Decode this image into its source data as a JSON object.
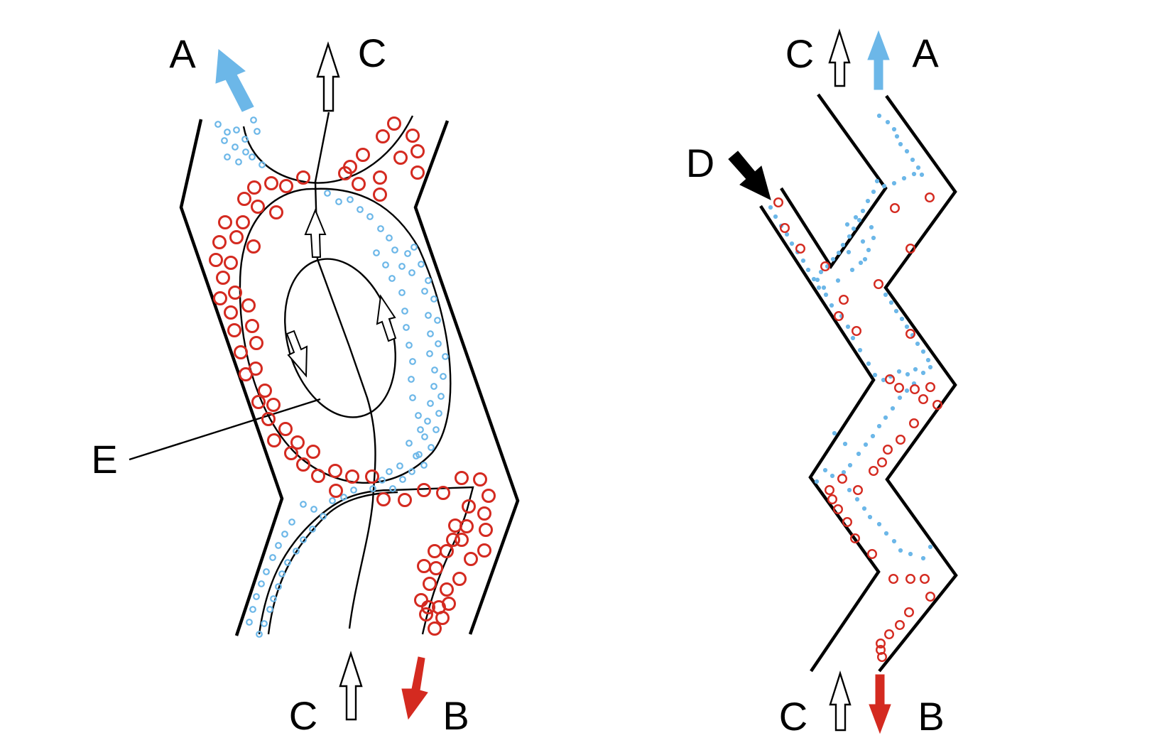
{
  "labels": {
    "left_a": "A",
    "left_c_top": "C",
    "left_c_bottom": "C",
    "left_b": "B",
    "left_e": "E",
    "right_c_top": "C",
    "right_a": "A",
    "right_d": "D",
    "right_c_bottom": "C",
    "right_b": "B"
  },
  "colors": {
    "stream_a": "#6cb7e8",
    "stream_b": "#d42a20",
    "wall": "#000000",
    "stream_c": "#ffffff",
    "stream_d": "#000000"
  },
  "icons": {
    "stream_a_arrow": "blue-arrow",
    "stream_b_arrow": "red-arrow",
    "stream_c_arrow": "hollow-arrow",
    "stream_d_arrow": "black-arrow"
  }
}
